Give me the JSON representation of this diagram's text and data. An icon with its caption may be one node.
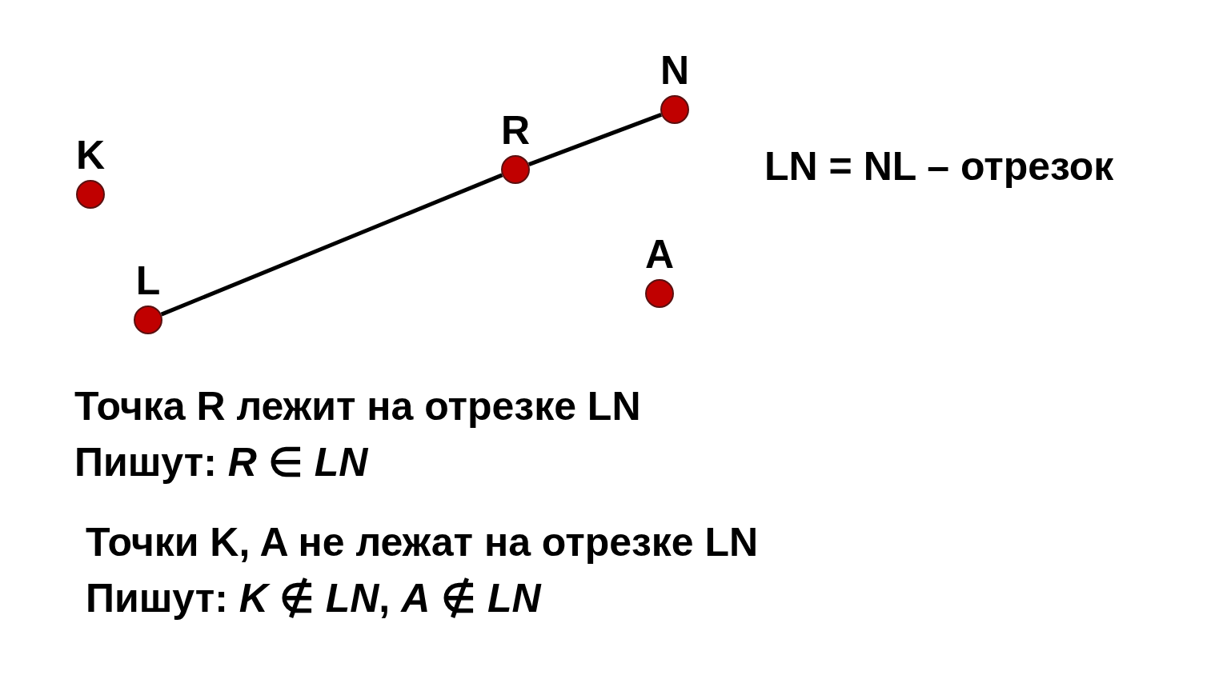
{
  "diagram": {
    "nodes": [
      {
        "text": [
          "K"
        ]
      },
      {
        "text": [
          "R"
        ]
      },
      {
        "text": [
          "N"
        ]
      },
      {
        "text": [
          "L"
        ]
      },
      {
        "text": [
          "A"
        ]
      }
    ],
    "edges": [
      {
        "from": 3,
        "to": 1,
        "arrow": "none"
      },
      {
        "from": 1,
        "to": 2,
        "arrow": "none"
      }
    ],
    "labels": [
      "LN = NL – отрезок",
      "Точка R лежит на отрезке LN",
      "Пишут: *R* ∈ *LN*",
      "Точки K, A не лежат на отрезке LN",
      "Пишут: *K* ∉ *LN*, *A* ∉ *LN*"
    ]
  }
}
